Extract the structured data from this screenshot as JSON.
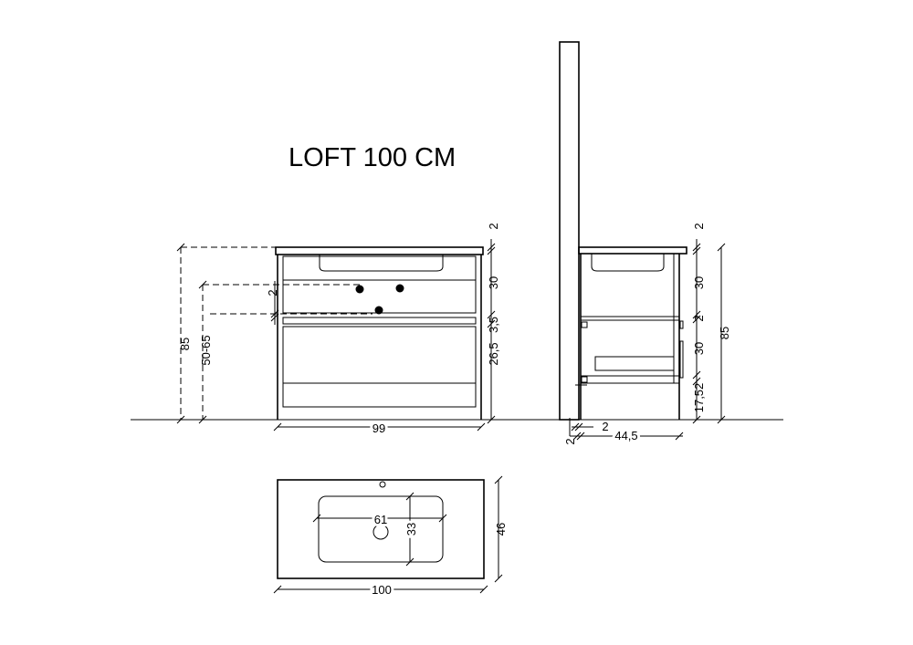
{
  "title": "LOFT 100 CM",
  "front_view": {
    "height_total": "85",
    "height_range": "50-65",
    "pipe_gap": "2",
    "width": "99",
    "right_dims": [
      "2",
      "30",
      "3,5",
      "26,5"
    ]
  },
  "side_view": {
    "top": "2",
    "upper": "30",
    "mid": "2",
    "lower": "30",
    "bottom_dims": "17,52",
    "total": "85",
    "wall_gap": "2",
    "offset": "2",
    "depth": "44,5"
  },
  "top_view": {
    "basin_width": "61",
    "basin_depth": "33",
    "depth": "46",
    "width": "100"
  }
}
